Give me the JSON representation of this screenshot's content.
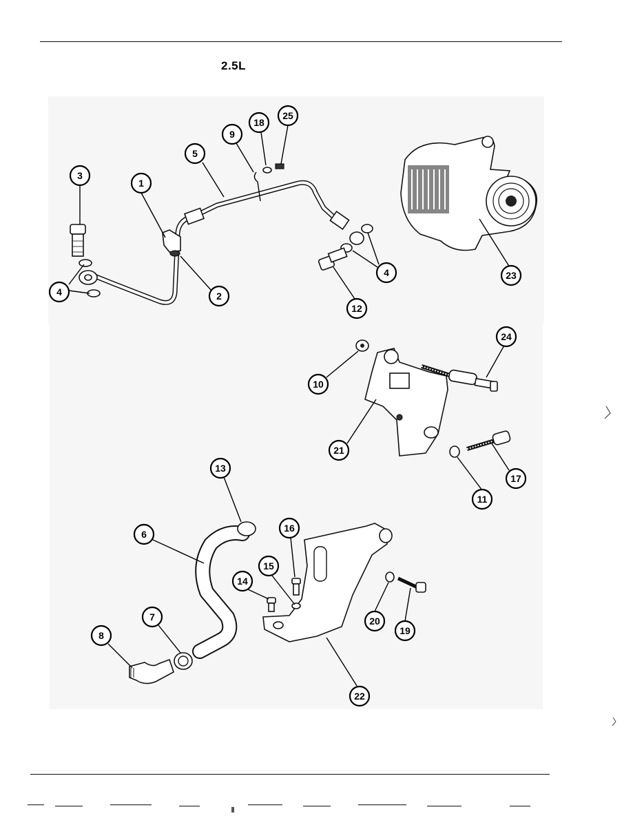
{
  "header": {
    "title": "2.5L"
  },
  "callouts": [
    {
      "id": "c1",
      "label": "1"
    },
    {
      "id": "c2",
      "label": "2"
    },
    {
      "id": "c3",
      "label": "3"
    },
    {
      "id": "c4a",
      "label": "4"
    },
    {
      "id": "c4b",
      "label": "4"
    },
    {
      "id": "c5",
      "label": "5"
    },
    {
      "id": "c6",
      "label": "6"
    },
    {
      "id": "c7",
      "label": "7"
    },
    {
      "id": "c8",
      "label": "8"
    },
    {
      "id": "c9",
      "label": "9"
    },
    {
      "id": "c10",
      "label": "10"
    },
    {
      "id": "c11",
      "label": "11"
    },
    {
      "id": "c12",
      "label": "12"
    },
    {
      "id": "c13",
      "label": "13"
    },
    {
      "id": "c14",
      "label": "14"
    },
    {
      "id": "c15",
      "label": "15"
    },
    {
      "id": "c16",
      "label": "16"
    },
    {
      "id": "c17",
      "label": "17"
    },
    {
      "id": "c18",
      "label": "18"
    },
    {
      "id": "c19",
      "label": "19"
    },
    {
      "id": "c20",
      "label": "20"
    },
    {
      "id": "c21",
      "label": "21"
    },
    {
      "id": "c22",
      "label": "22"
    },
    {
      "id": "c23",
      "label": "23"
    },
    {
      "id": "c24",
      "label": "24"
    },
    {
      "id": "c25",
      "label": "25"
    }
  ]
}
